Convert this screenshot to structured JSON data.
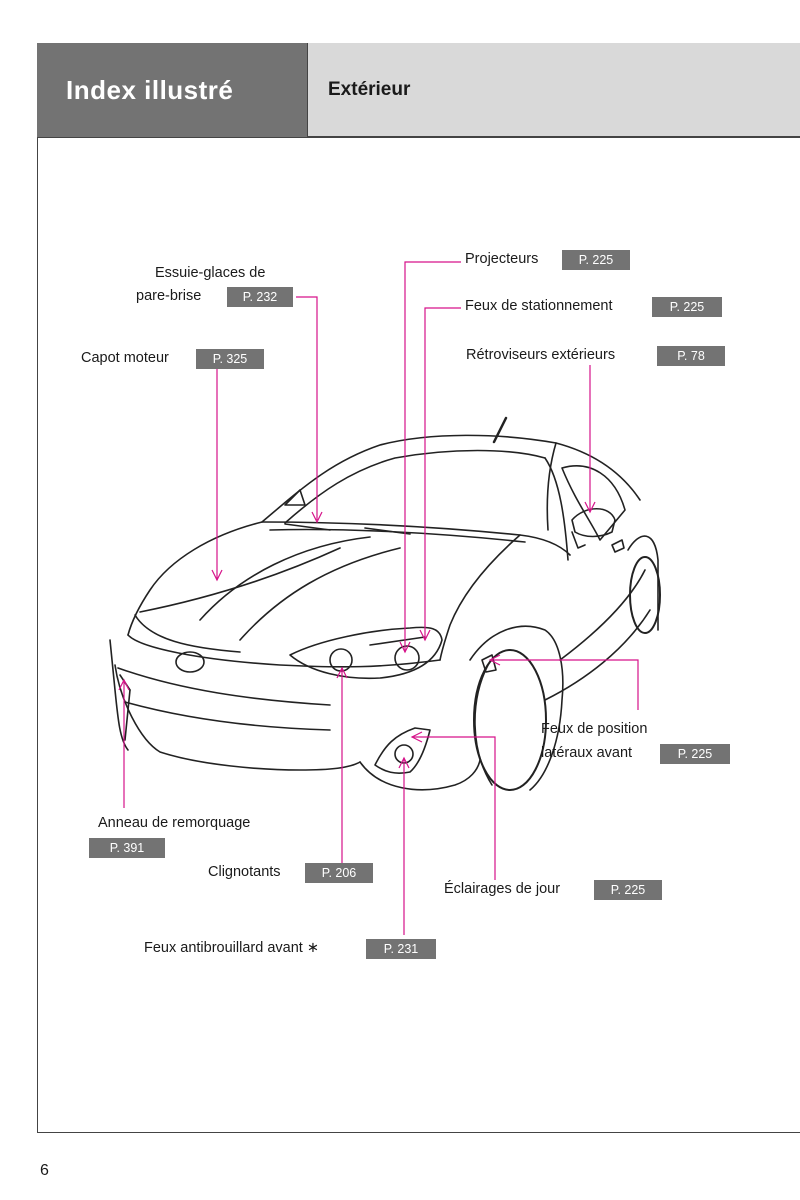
{
  "header": {
    "section_title": "Index illustré",
    "subsection_title": "Extérieur"
  },
  "callouts": {
    "essuie_glaces": {
      "line1": "Essuie-glaces de",
      "line2": "pare-brise",
      "ref": "P. 232"
    },
    "capot": {
      "label": "Capot moteur",
      "ref": "P. 325"
    },
    "projecteurs": {
      "label": "Projecteurs",
      "ref": "P. 225"
    },
    "stationnement": {
      "label": "Feux de stationnement",
      "ref": "P. 225"
    },
    "retroviseurs": {
      "label": "Rétroviseurs extérieurs",
      "ref": "P. 78"
    },
    "position_lateraux": {
      "line1": "Feux de position",
      "line2": "latéraux avant",
      "ref": "P. 225"
    },
    "anneau": {
      "label": "Anneau de remorquage",
      "ref": "P. 391"
    },
    "clignotants": {
      "label": "Clignotants",
      "ref": "P. 206"
    },
    "eclairages_jour": {
      "label": "Éclairages de jour",
      "ref": "P. 225"
    },
    "antibrouillard": {
      "label": "Feux antibrouillard avant ∗",
      "ref": "P. 231"
    }
  },
  "page_number": "6",
  "colors": {
    "leader": "#d6138a",
    "ref_bg": "#737373",
    "header_dark": "#737373",
    "header_light": "#d9d9d9"
  }
}
